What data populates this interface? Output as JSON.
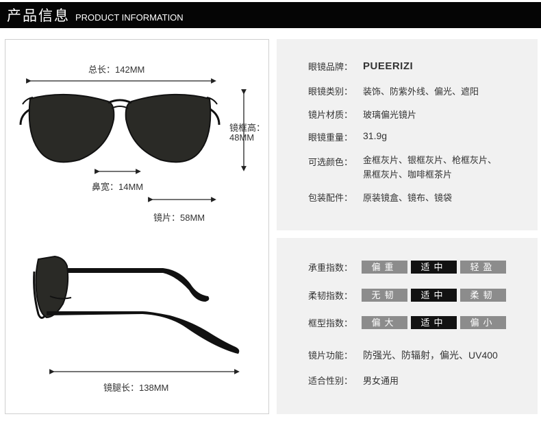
{
  "header": {
    "title_cn": "产品信息",
    "title_en": "PRODUCT INFORMATION"
  },
  "dimensions": {
    "total_length": "总长：142MM",
    "frame_height": "镜框高：",
    "frame_height_value": "48MM",
    "bridge_width": "鼻宽：14MM",
    "lens_width": "镜片：58MM",
    "temple_length": "镜腿长：138MM"
  },
  "specs": [
    {
      "key": "眼镜品牌：",
      "value": "PUEERIZI"
    },
    {
      "key": "眼镜类别：",
      "value": "装饰、防紫外线、偏光、遮阳"
    },
    {
      "key": "镜片材质：",
      "value": "玻璃偏光镜片"
    },
    {
      "key": "眼镜重量：",
      "value": "31.9g"
    },
    {
      "key": "可选颜色：",
      "value": "金框灰片、银框灰片、枪框灰片、",
      "value2": "黑框灰片、咖啡框茶片"
    },
    {
      "key": "包装配件：",
      "value": "原装镜盒、镜布、镜袋"
    }
  ],
  "indices": [
    {
      "key": "承重指数：",
      "options": [
        "偏重",
        "适中",
        "轻盈"
      ],
      "selected": 1
    },
    {
      "key": "柔韧指数：",
      "options": [
        "无韧",
        "适中",
        "柔韧"
      ],
      "selected": 1
    },
    {
      "key": "框型指数：",
      "options": [
        "偏大",
        "适中",
        "偏小"
      ],
      "selected": 1
    }
  ],
  "features": [
    {
      "key": "镜片功能：",
      "value": "防强光、防辐射，偏光、UV400"
    },
    {
      "key": "适合性别：",
      "value": "男女通用"
    }
  ]
}
